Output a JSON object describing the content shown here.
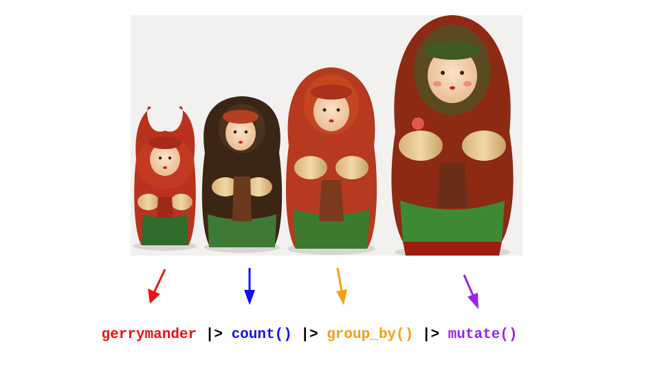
{
  "colors": {
    "gerrymander": "#ee1111",
    "count": "#1111ee",
    "group_by": "#f5a012",
    "mutate": "#9a22ee",
    "pipe": "#000000"
  },
  "pipeline": {
    "t1": "gerrymander",
    "p1": " |> ",
    "t2": "count()",
    "p2": " |> ",
    "t3": "group_by()",
    "p3": " |> ",
    "t4": "mutate()"
  },
  "image": {
    "subject": "four nesting matryoshka dolls, smallest to largest from left to right"
  }
}
